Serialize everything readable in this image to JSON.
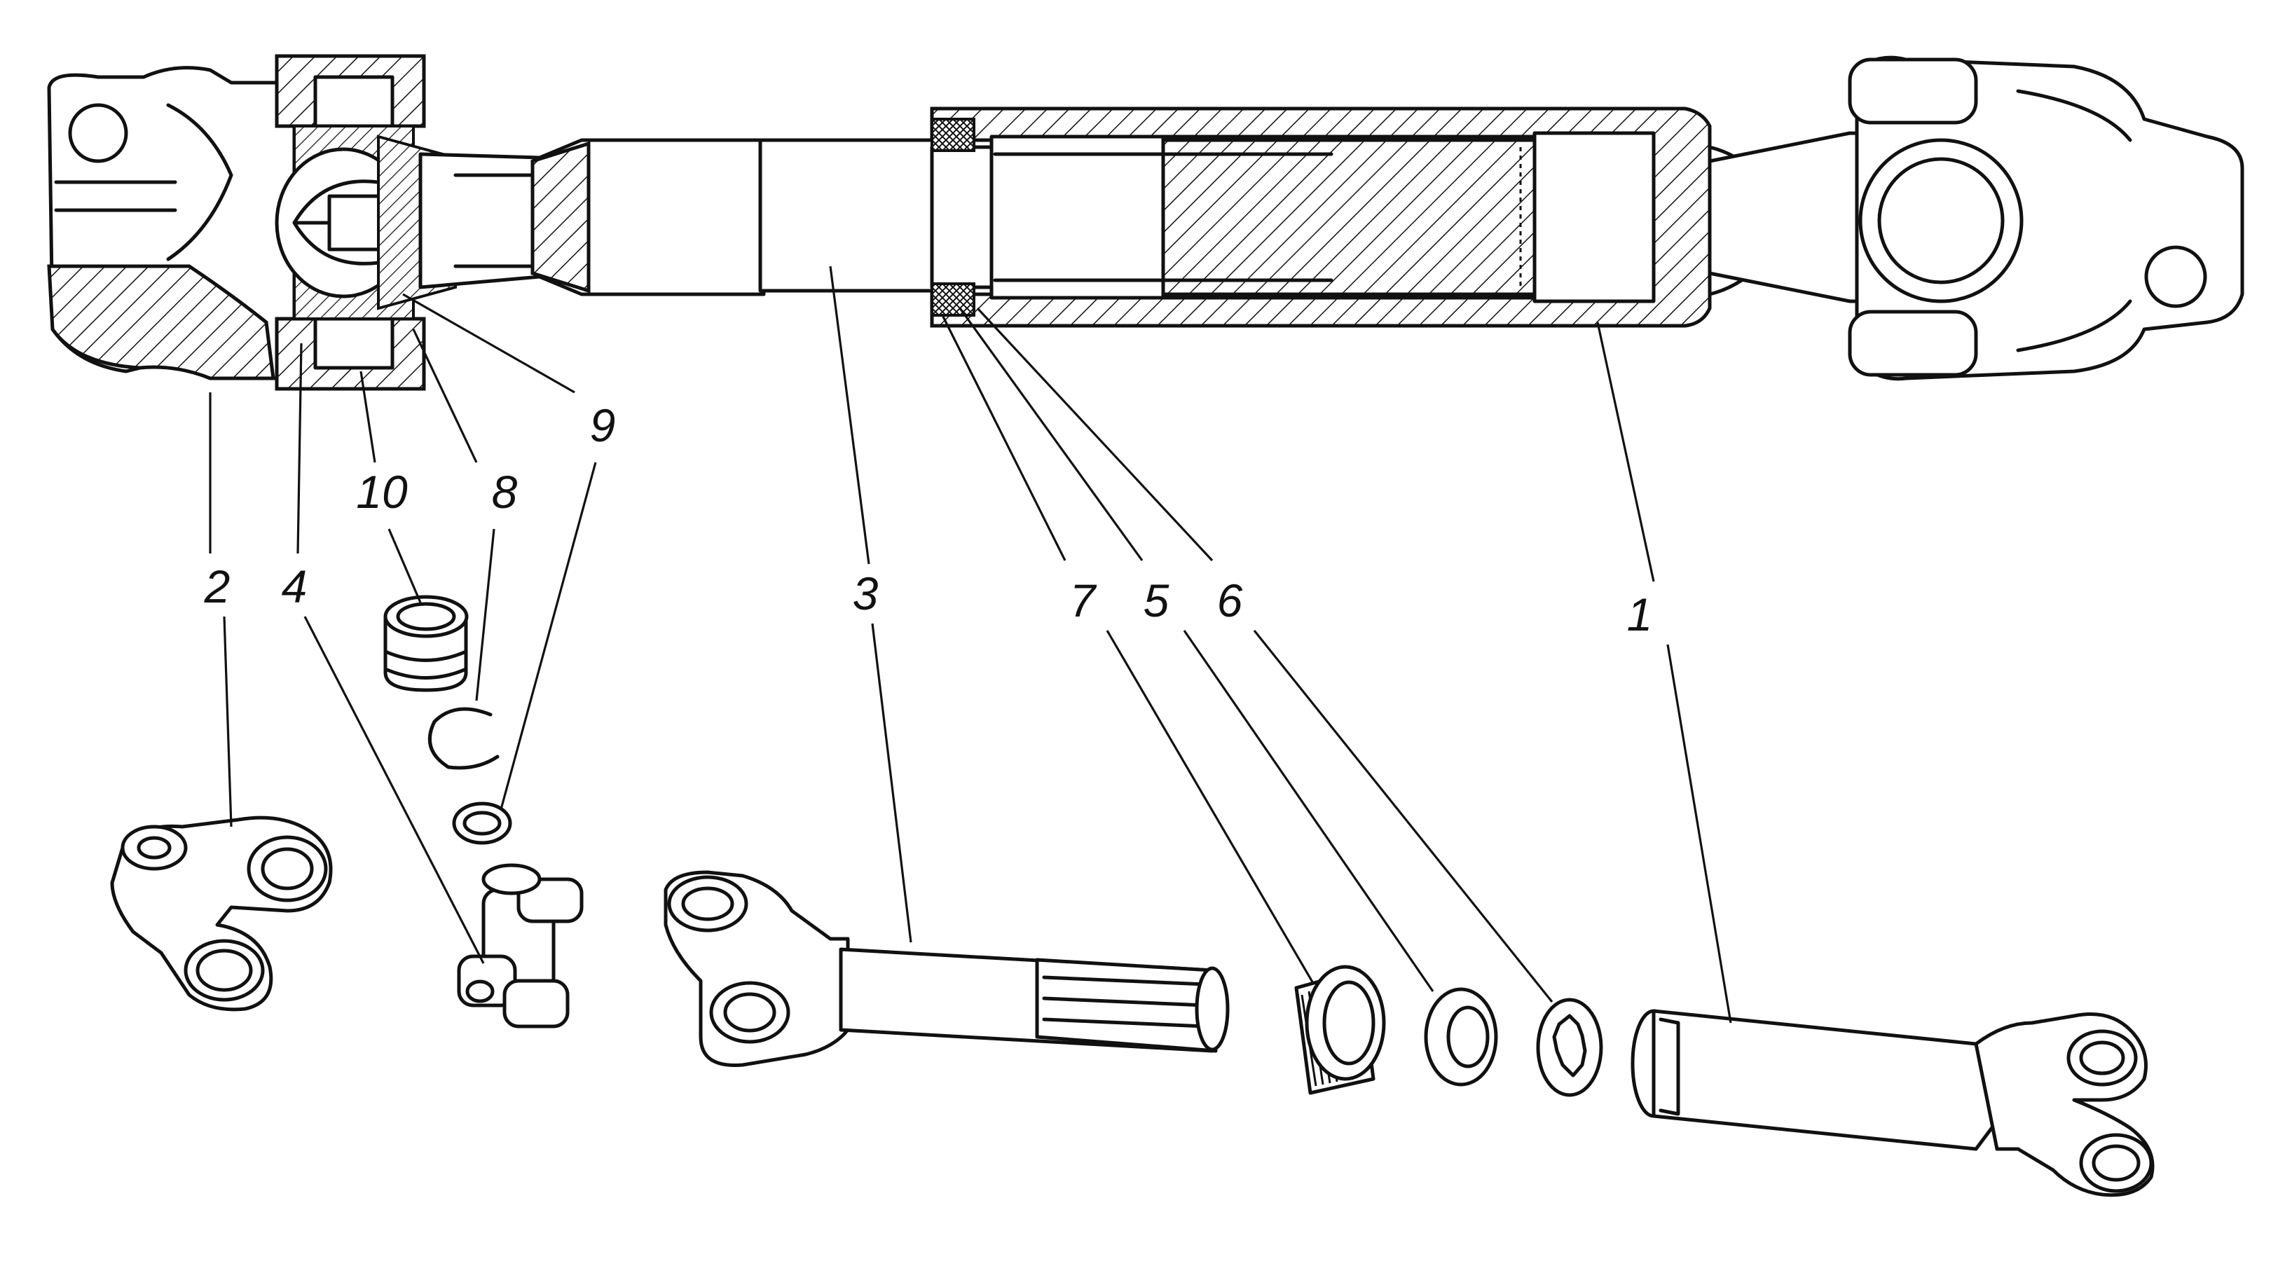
{
  "diagram": {
    "callouts": [
      {
        "id": "c1",
        "label": "1"
      },
      {
        "id": "c2",
        "label": "2"
      },
      {
        "id": "c3",
        "label": "3"
      },
      {
        "id": "c4",
        "label": "4"
      },
      {
        "id": "c5",
        "label": "5"
      },
      {
        "id": "c6",
        "label": "6"
      },
      {
        "id": "c7",
        "label": "7"
      },
      {
        "id": "c8",
        "label": "8"
      },
      {
        "id": "c9",
        "label": "9"
      },
      {
        "id": "c10",
        "label": "10"
      }
    ],
    "colors": {
      "ink": "#111111",
      "paper": "#ffffff"
    }
  }
}
